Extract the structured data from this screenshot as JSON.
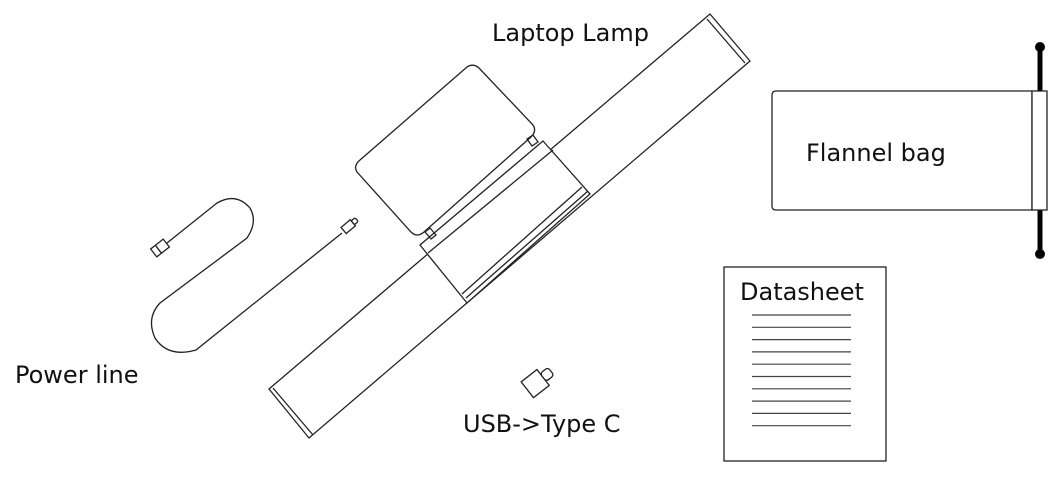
{
  "labels": {
    "laptop_lamp": "Laptop Lamp",
    "flannel_bag": "Flannel bag",
    "power_line": "Power line",
    "adapter": "USB->Type C",
    "datasheet": "Datasheet"
  },
  "colors": {
    "stroke": "#222222",
    "drawstring": "#000000",
    "background": "#ffffff"
  },
  "datasheet_line_count": 10
}
